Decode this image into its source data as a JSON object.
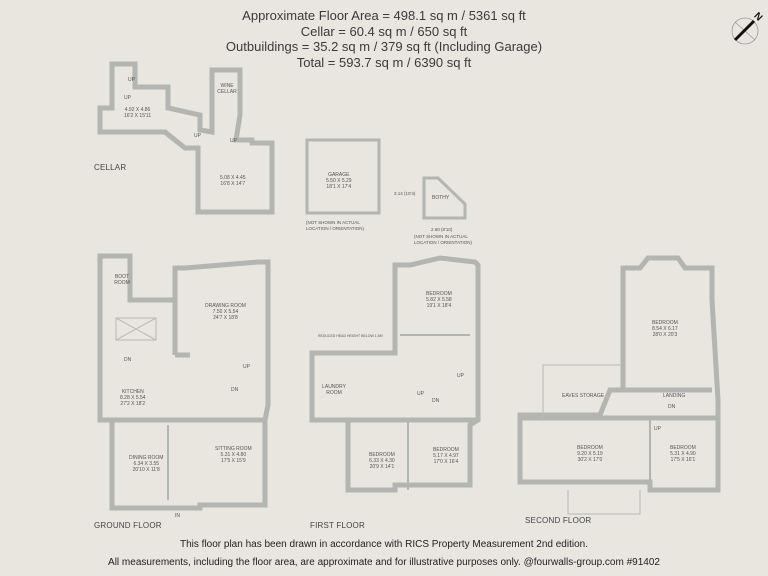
{
  "header": {
    "floor_area": "Approximate Floor Area = 498.1 sq m / 5361 sq ft",
    "cellar": "Cellar = 60.4 sq m / 650 sq ft",
    "outbuildings": "Outbuildings = 35.2 sq m / 379 sq ft (Including Garage)",
    "total": "Total = 593.7 sq m / 6390 sq ft"
  },
  "compass": {
    "label": "N",
    "icon": "north-arrow-icon"
  },
  "cellar": {
    "title": "CELLAR",
    "rooms": [
      {
        "name": "",
        "dims_m": "4.92 X 4.86",
        "dims_ft": "16'2 X 15'11"
      },
      {
        "name": "WINE CELLAR",
        "dims_m": "",
        "dims_ft": ""
      },
      {
        "name": "",
        "dims_m": "5.08 X 4.45",
        "dims_ft": "16'8 X 14'7"
      }
    ],
    "stair_labels": [
      "UP",
      "UP",
      "UP",
      "UP"
    ]
  },
  "outbuildings": {
    "garage": {
      "name": "GARAGE",
      "dims_m": "5.50 X 5.29",
      "dims_ft": "18'1 X 17'4",
      "note": "(NOT SHOWN IN ACTUAL LOCATION / ORIENTATION)"
    },
    "bothy": {
      "name": "BOTHY",
      "side_dim": "3.14 (10'4)",
      "bottom_dim": "2.60 (8'10)",
      "note": "(NOT SHOWN IN ACTUAL LOCATION / ORIENTATION)"
    }
  },
  "ground_floor": {
    "title": "GROUND FLOOR",
    "rooms": [
      {
        "name": "BOOT ROOM",
        "dims_m": "",
        "dims_ft": ""
      },
      {
        "name": "DRAWING ROOM",
        "dims_m": "7.50 X 5.54",
        "dims_ft": "24'7 X 18'8"
      },
      {
        "name": "KITCHEN",
        "dims_m": "8.28 X 5.54",
        "dims_ft": "27'2 X 18'2"
      },
      {
        "name": "DINING ROOM",
        "dims_m": "6.34 X 3.55",
        "dims_ft": "20'10 X 11'8"
      },
      {
        "name": "SITTING ROOM",
        "dims_m": "5.31 X 4.80",
        "dims_ft": "17'5 X 15'9"
      }
    ],
    "labels": {
      "up": "UP",
      "dn": "DN",
      "dn2": "DN",
      "in": "IN"
    }
  },
  "first_floor": {
    "title": "FIRST FLOOR",
    "legend": "REDUCED HEAD HEIGHT BELOW 1.5M",
    "rooms": [
      {
        "name": "BEDROOM",
        "dims_m": "5.82 X 5.58",
        "dims_ft": "19'1 X 18'4"
      },
      {
        "name": "LAUNDRY ROOM",
        "dims_m": "",
        "dims_ft": ""
      },
      {
        "name": "BEDROOM",
        "dims_m": "6.33 X 4.30",
        "dims_ft": "20'9 X 14'1"
      },
      {
        "name": "BEDROOM",
        "dims_m": "5.17 X 4.97",
        "dims_ft": "17'0 X 16'4"
      }
    ],
    "labels": {
      "up1": "UP",
      "up2": "UP",
      "dn": "DN"
    }
  },
  "second_floor": {
    "title": "SECOND FLOOR",
    "rooms": [
      {
        "name": "BEDROOM",
        "dims_m": "8.54 X 6.17",
        "dims_ft": "28'0 X 20'3"
      },
      {
        "name": "EAVES STORAGE",
        "dims_m": "",
        "dims_ft": ""
      },
      {
        "name": "LANDING",
        "dims_m": "",
        "dims_ft": ""
      },
      {
        "name": "BEDROOM",
        "dims_m": "9.20 X 5.19",
        "dims_ft": "30'2 X 17'0"
      },
      {
        "name": "BEDROOM",
        "dims_m": "5.31 X 4.90",
        "dims_ft": "17'5 X 16'1"
      }
    ],
    "labels": {
      "dn": "DN",
      "up": "UP"
    }
  },
  "footer": {
    "line1": "This floor plan has been drawn in accordance with RICS Property Measurement 2nd edition.",
    "line2": "All measurements, including the floor area, are approximate and for illustrative purposes only. @fourwalls-group.com #91402"
  },
  "colors": {
    "background": "#e9e6e0",
    "wall": "#b7b9b5",
    "wall_edge": "#9a9c98",
    "text": "#333333"
  }
}
